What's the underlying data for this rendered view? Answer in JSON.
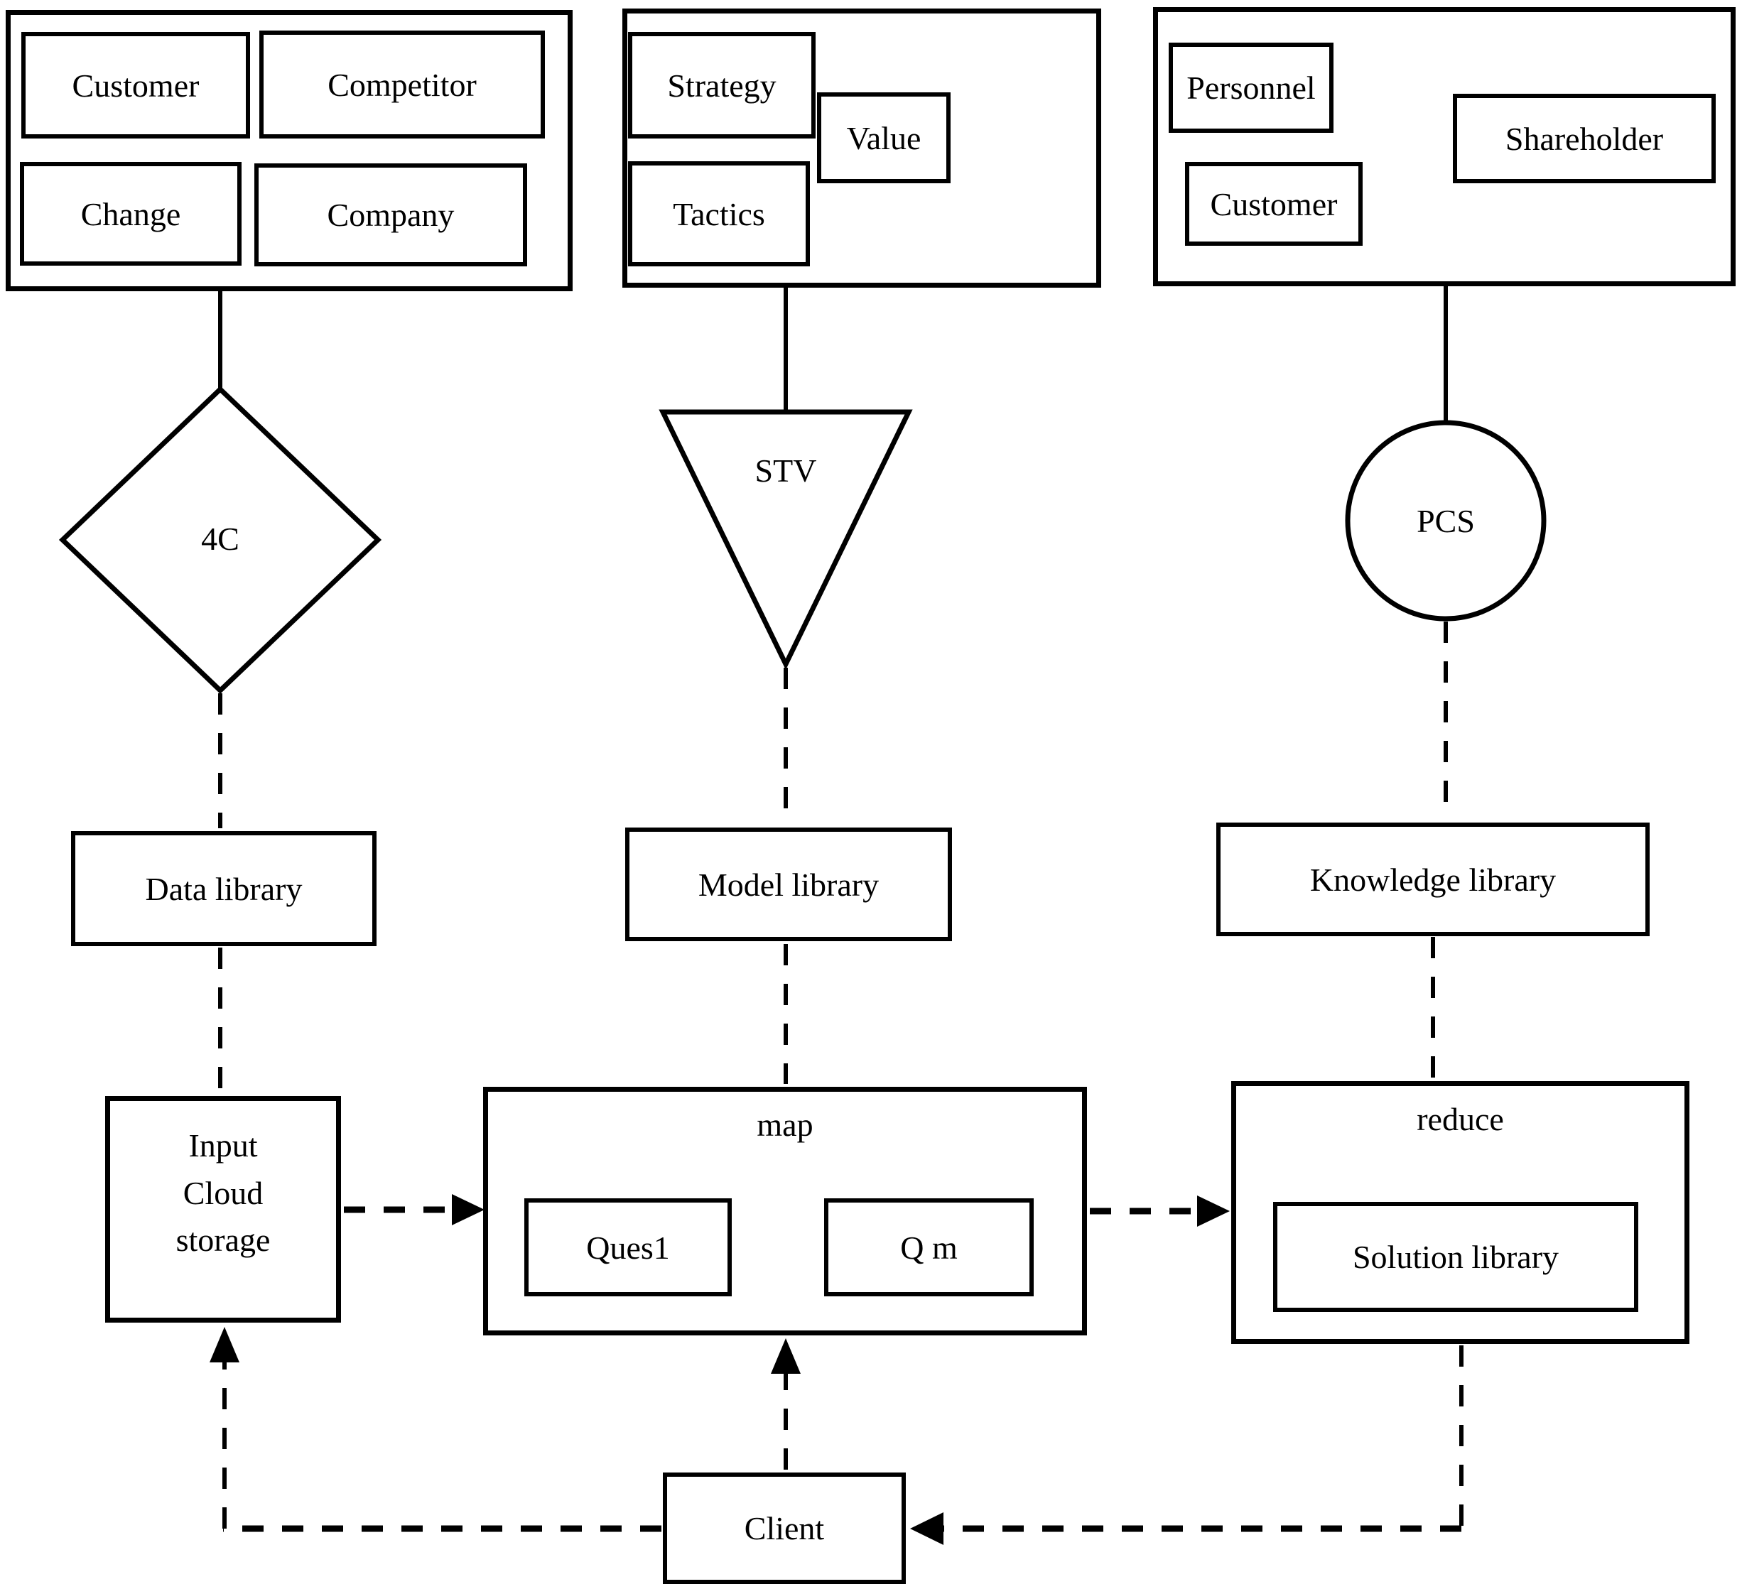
{
  "diagram": {
    "left": {
      "factors": [
        "Customer",
        "Competitor",
        "Change",
        "Company"
      ],
      "shape_label": "4C",
      "library_label": "Data library",
      "storage_lines": [
        "Input",
        "Cloud",
        "storage"
      ]
    },
    "middle": {
      "factors": [
        "Strategy",
        "Value",
        "Tactics"
      ],
      "shape_label": "STV",
      "library_label": "Model library",
      "process_label": "map",
      "question_first": "Ques1",
      "question_last": "Q m"
    },
    "right": {
      "factors": [
        "Personnel",
        "Shareholder",
        "Customer"
      ],
      "shape_label": "PCS",
      "library_label": "Knowledge library",
      "process_label": "reduce",
      "solution_label": "Solution library"
    },
    "client_label": "Client",
    "colors": {
      "ink": "#000000",
      "paper": "#ffffff"
    }
  }
}
